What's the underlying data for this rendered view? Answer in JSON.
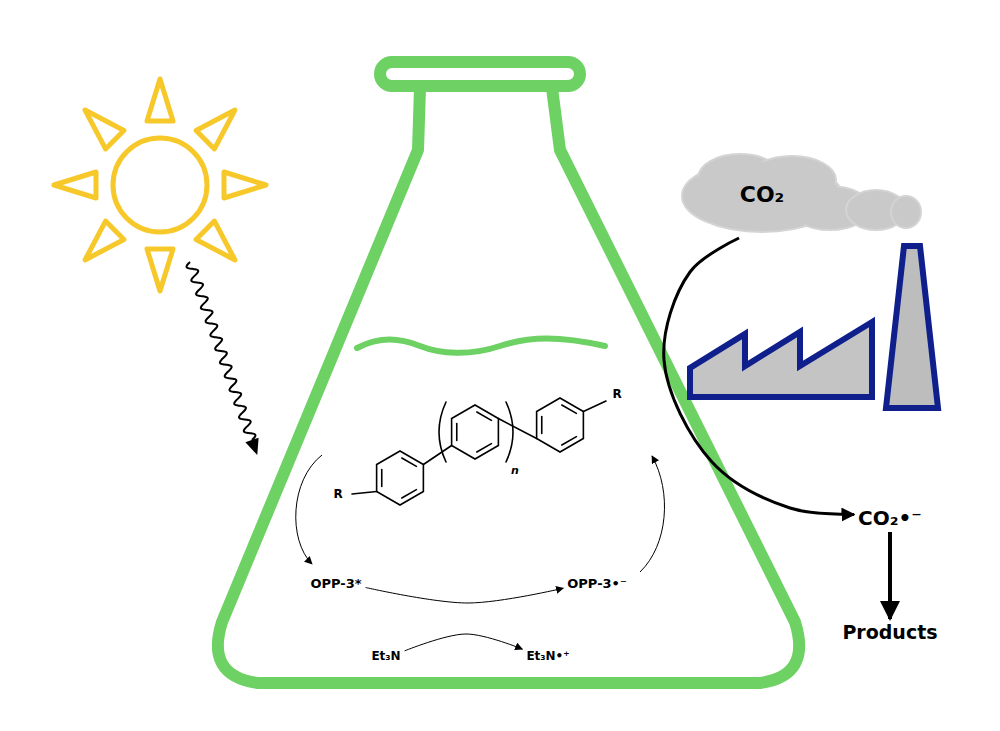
{
  "diagram": {
    "nodes": [
      {
        "text": [
          "CO₂"
        ]
      },
      {
        "text": [
          "CO₂•⁻"
        ]
      },
      {
        "text": [
          "OPP-3*"
        ]
      },
      {
        "text": [
          "OPP-3•⁻"
        ]
      },
      {
        "text": [
          "Products"
        ]
      },
      {
        "text": [
          "Et₃N"
        ]
      },
      {
        "text": [
          "Et₃N•⁺"
        ]
      }
    ],
    "edges": [
      {
        "from": 0,
        "to": 1,
        "arrow": "to"
      },
      {
        "from": 1,
        "to": 4,
        "arrow": "to"
      },
      {
        "from": 2,
        "to": 3,
        "arrow": "to"
      },
      {
        "from": 5,
        "to": 6,
        "arrow": "to"
      }
    ],
    "labels": [
      "R",
      "R",
      "n"
    ]
  }
}
